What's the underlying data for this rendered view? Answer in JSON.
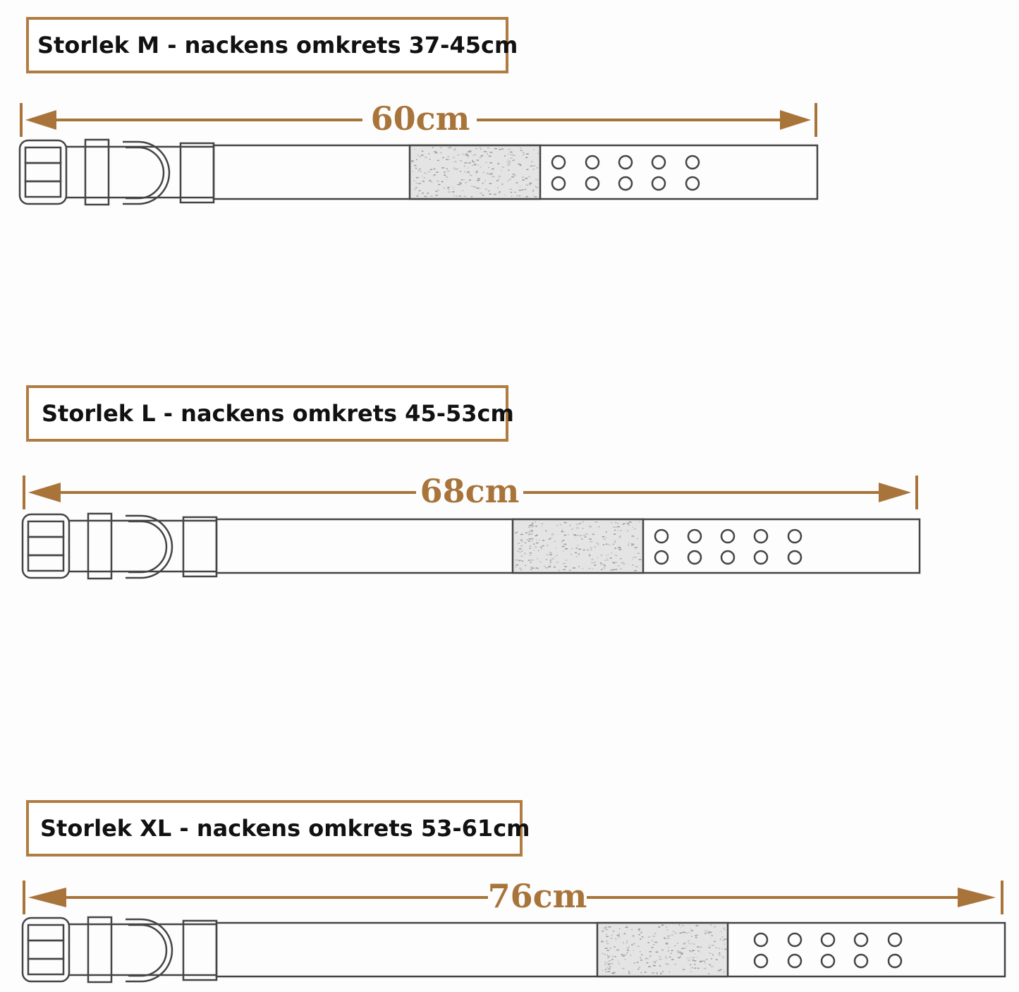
{
  "colors": {
    "accent": "#b07c42",
    "arrow": "#a8743a",
    "outline": "#444444",
    "label_text": "#111111"
  },
  "sizes": [
    {
      "label": "Storlek M - nackens omkrets 37-45cm",
      "length_text": "60cm",
      "length_cm": 60
    },
    {
      "label": "Storlek L - nackens omkrets 45-53cm",
      "length_text": "68cm",
      "length_cm": 68
    },
    {
      "label": "Storlek XL - nackens omkrets 53-61cm",
      "length_text": "76cm",
      "length_cm": 76
    }
  ]
}
